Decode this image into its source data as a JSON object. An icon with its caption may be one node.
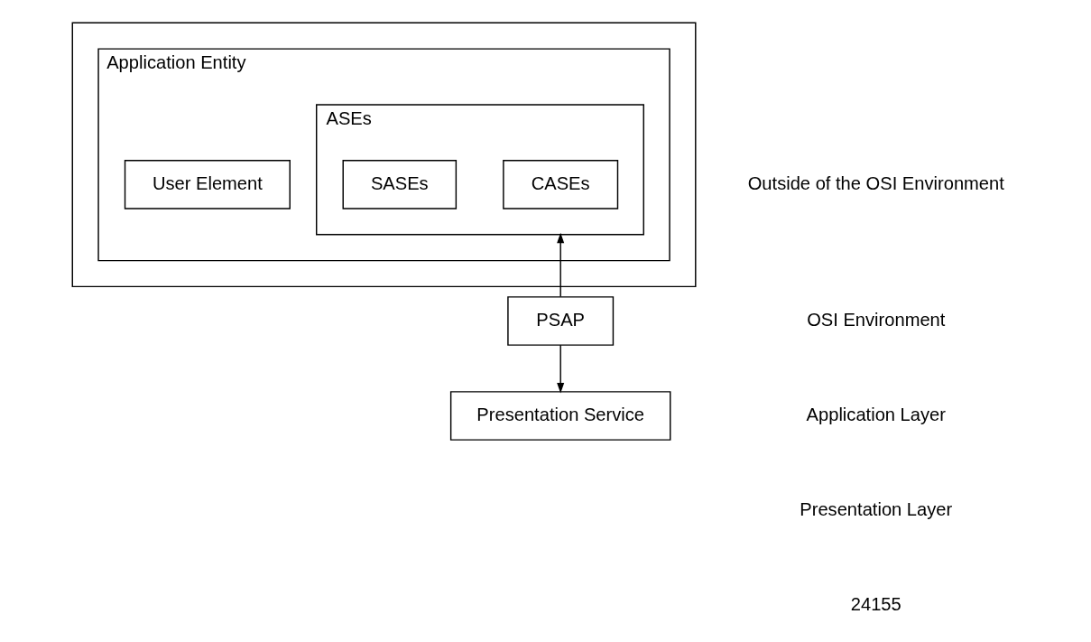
{
  "diagram": {
    "nodes": [
      {
        "text": [],
        "shape": "box"
      },
      {
        "text": [
          "Application Entity"
        ],
        "in": 0
      },
      {
        "text": [
          "User Element"
        ],
        "in": 1
      },
      {
        "text": [
          "ASEs"
        ],
        "in": 1
      },
      {
        "text": [
          "CASEs"
        ],
        "in": 3
      },
      {
        "text": [
          "SASEs"
        ],
        "in": 3
      },
      {
        "text": [
          "PSAP"
        ]
      },
      {
        "text": [
          "Presentation Service"
        ]
      }
    ],
    "edges": [
      {
        "from": 6,
        "to": 3,
        "arrow": "to"
      },
      {
        "from": 6,
        "to": 7,
        "arrow": "to"
      }
    ],
    "labels": [
      "Outside of the OSI Environment",
      "OSI Environment",
      "Application Layer",
      "Presentation Layer",
      "24155"
    ]
  }
}
